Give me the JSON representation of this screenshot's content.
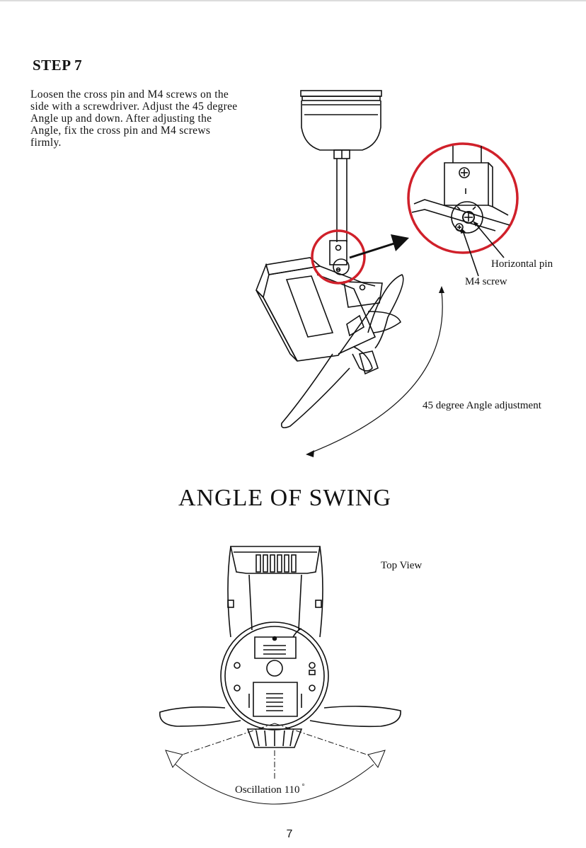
{
  "step": {
    "title": "STEP 7",
    "instructions": "Loosen the cross pin and M4 screws on the side with a screwdriver. Adjust the 45 degree Angle up and down. After adjusting the Angle, fix the cross pin and M4 screws firmly."
  },
  "figure1": {
    "label_horizontal_pin": "Horizontal pin",
    "label_m4_screw": "M4 screw",
    "label_angle_adjustment": "45 degree Angle adjustment"
  },
  "section": {
    "title": "ANGLE OF SWING"
  },
  "figure2": {
    "label_top_view": "Top View",
    "label_oscillation": "Oscillation 110",
    "degree_symbol": "°"
  },
  "footer": {
    "page_number": "7"
  },
  "colors": {
    "highlight": "#d0202a",
    "ink": "#111111"
  }
}
